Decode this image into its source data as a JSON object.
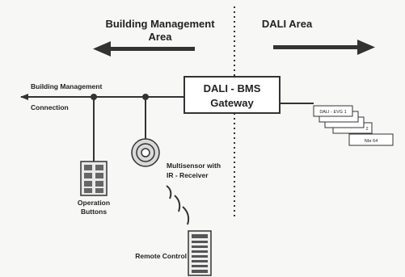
{
  "areas": {
    "left": {
      "line1": "Building Management",
      "line2": "Area"
    },
    "right": {
      "label": "DALI Area"
    }
  },
  "connection": {
    "line1": "Building Management",
    "line2": "Connection"
  },
  "gateway": {
    "line1": "DALI - BMS",
    "line2": "Gateway"
  },
  "stack": {
    "first_label": "DALI - EVG 1",
    "third_label": "2",
    "last_label": "Nbr 64"
  },
  "devices": {
    "operation_buttons": {
      "line1": "Operation",
      "line2": "Buttons"
    },
    "multisensor": {
      "line1": "Multisensor with",
      "line2": "IR - Receiver"
    },
    "remote_control": {
      "label": "Remote Control"
    }
  }
}
